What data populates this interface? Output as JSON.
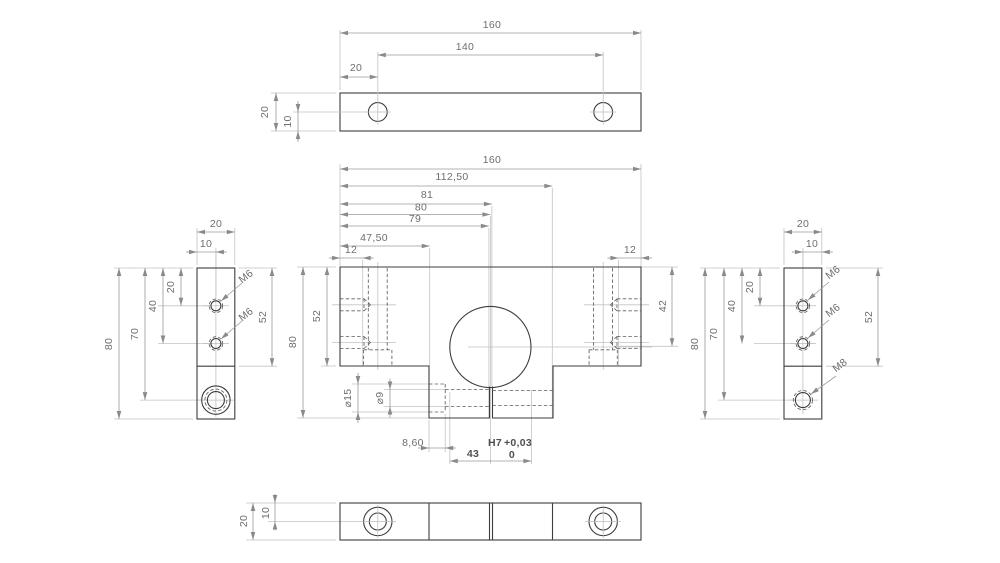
{
  "top_view": {
    "width": "160",
    "hole_spacing": "140",
    "hole_offset": "20",
    "thickness": "20",
    "hole_pos": "10"
  },
  "front_view": {
    "width": "160",
    "d112": "112,50",
    "d81": "81",
    "d80": "80",
    "d79": "79",
    "d47": "47,50",
    "d12_left": "12",
    "d12_right": "12",
    "height": "80",
    "h52": "52",
    "h42": "42",
    "cbore": "⌀15",
    "thru": "⌀9",
    "cbore_depth": "8,60",
    "bore": "43",
    "fit": "H7",
    "tol_upper": "+0,03",
    "tol_lower": "0"
  },
  "left_view": {
    "width": "20",
    "hole_off": "10",
    "p20": "20",
    "p40": "40",
    "p70": "70",
    "height": "80",
    "h52": "52",
    "thread_top": "M6",
    "thread_mid": "M6"
  },
  "right_view": {
    "width": "20",
    "hole_off": "10",
    "p20": "20",
    "p40": "40",
    "p70": "70",
    "height": "80",
    "h52": "52",
    "thread_top": "M6",
    "thread_mid": "M6",
    "thread_bot": "M8"
  },
  "bottom_view": {
    "thickness": "20",
    "hole_pos": "10"
  }
}
